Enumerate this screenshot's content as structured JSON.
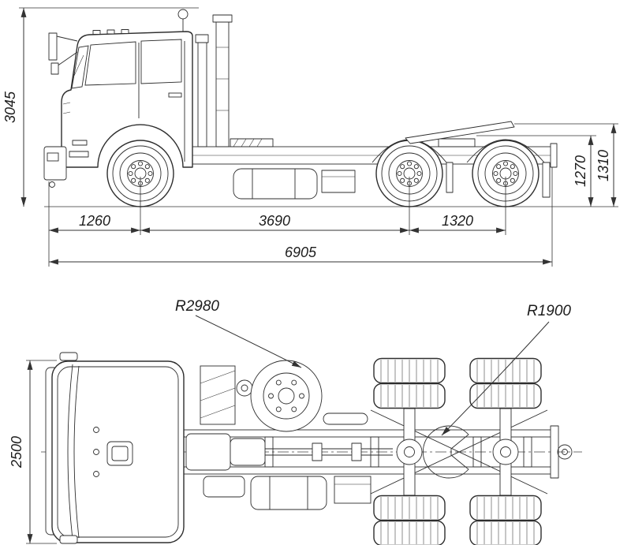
{
  "drawing": {
    "colors": {
      "line": "#2e2e2e",
      "background": "#ffffff"
    },
    "side_view": {
      "dim_overall_height": "3045",
      "dim_front_overhang": "1260",
      "dim_wheelbase": "3690",
      "dim_bogie_spacing": "1320",
      "dim_overall_length": "6905",
      "dim_saddle_height": "1270",
      "dim_rear_height": "1310"
    },
    "top_view": {
      "dim_overall_width": "2500",
      "radius_outer": "R2980",
      "radius_inner": "R1900"
    }
  }
}
